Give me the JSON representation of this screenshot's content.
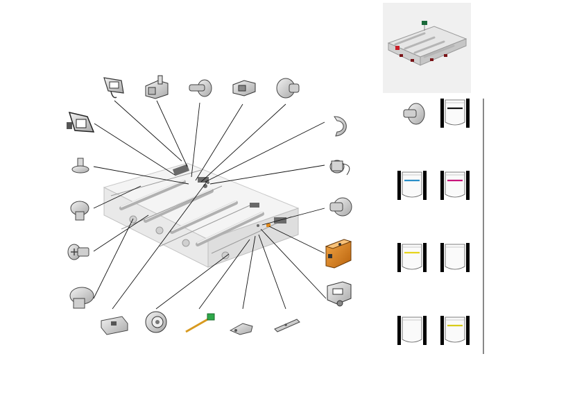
{
  "figure": {
    "parts_left": [
      {
        "id": "p1",
        "icon": "clamp-bracket-icon"
      },
      {
        "id": "p2",
        "icon": "latch-block-icon"
      },
      {
        "id": "p3",
        "icon": "screw-icon"
      },
      {
        "id": "p4",
        "icon": "connector-block-icon"
      },
      {
        "id": "p5",
        "icon": "screw-icon"
      },
      {
        "id": "p6",
        "icon": "frame-bracket-icon"
      },
      {
        "id": "p7",
        "icon": "pin-icon"
      },
      {
        "id": "p8",
        "icon": "screw-icon"
      },
      {
        "id": "p9",
        "icon": "shoulder-screw-icon"
      },
      {
        "id": "p10",
        "icon": "screw-icon"
      },
      {
        "id": "p11",
        "icon": "snap-ring-icon"
      },
      {
        "id": "p12",
        "icon": "cap-icon"
      },
      {
        "id": "p13",
        "icon": "screw-icon"
      },
      {
        "id": "p14",
        "icon": "toner-cartridge-icon"
      },
      {
        "id": "p15",
        "icon": "sensor-bracket-icon"
      },
      {
        "id": "p16",
        "icon": "mounting-plate-icon"
      },
      {
        "id": "p17",
        "icon": "gear-bearing-icon"
      },
      {
        "id": "p18",
        "icon": "cable-icon"
      },
      {
        "id": "p19",
        "icon": "clip-icon"
      },
      {
        "id": "p20",
        "icon": "strip-plate-icon"
      }
    ],
    "legend_bags": [
      {
        "id": "b1",
        "kind": "screw",
        "stripe": null
      },
      {
        "id": "b2",
        "kind": "bag",
        "stripe": "#111111"
      },
      {
        "id": "b3",
        "kind": "bag",
        "stripe": "#2a8fc8"
      },
      {
        "id": "b4",
        "kind": "bag",
        "stripe": "#c8147a"
      },
      {
        "id": "b5",
        "kind": "bag",
        "stripe": "#e6d41a"
      },
      {
        "id": "b6",
        "kind": "bag",
        "stripe": null
      },
      {
        "id": "b7",
        "kind": "bag",
        "stripe": null
      },
      {
        "id": "b8",
        "kind": "bag",
        "stripe": "#d8cc1a"
      }
    ],
    "colors": {
      "part_fill": "#d6d6d6",
      "part_dark": "#7a7a7a",
      "highlight_orange": "#e08a1e",
      "overview_green": "#1a6a3a",
      "overview_red": "#c81e28",
      "leader": "#111111"
    }
  }
}
